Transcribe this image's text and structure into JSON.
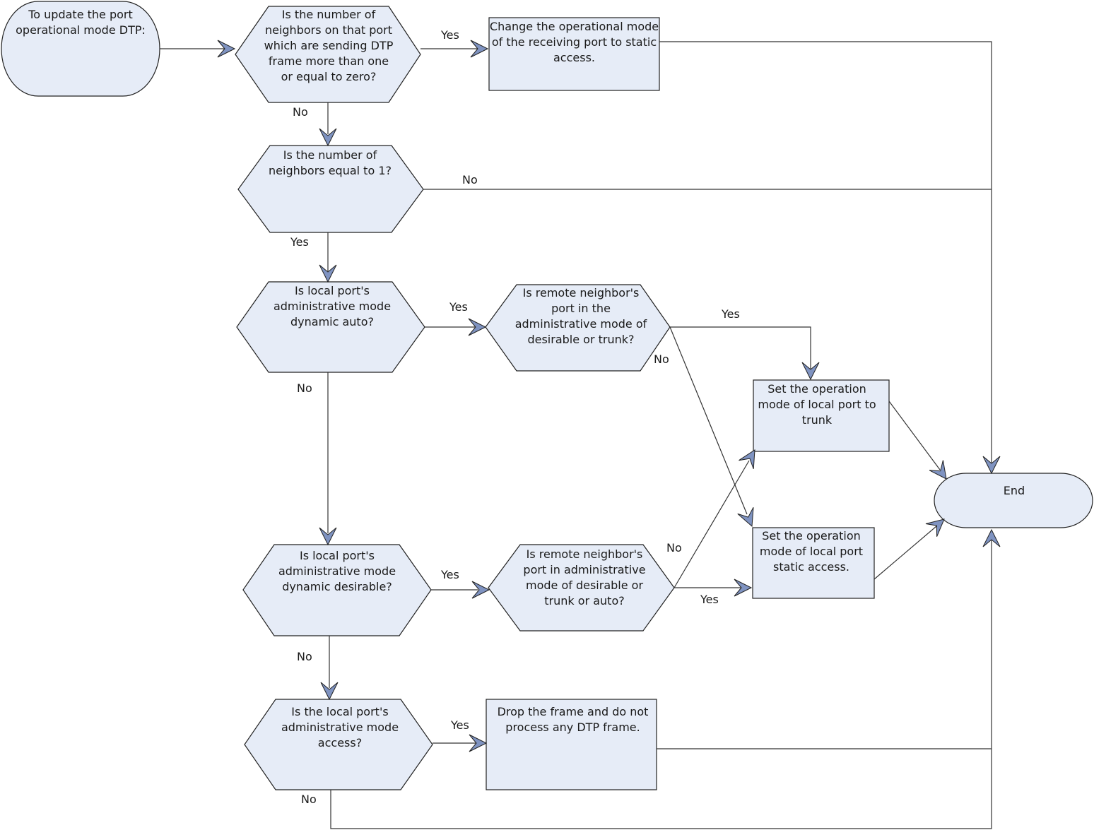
{
  "colors": {
    "fill": "#e6ecf7",
    "stroke": "#222222",
    "arrow_fill": "#7f93c1",
    "line": "#333333"
  },
  "nodes": {
    "start": "To update the port\noperational mode DTP:",
    "q_neighbors_count": "Is the number of\nneighbors on that port\nwhich are sending DTP\nframe more than one\nor equal to zero?",
    "act_static_access_receiving": "Change the operational mode\nof the receiving port to static\naccess.",
    "q_neighbors_one": "Is the number of\nneighbors equal to 1?",
    "q_local_auto": "Is local port's\nadministrative mode\ndynamic auto?",
    "q_remote_desirable_trunk": "Is remote neighbor's\nport in the\nadministrative mode of\ndesirable or trunk?",
    "act_set_trunk": "Set the operation\nmode of local port to\ntrunk",
    "end": "End",
    "act_set_static_access": "Set the operation\nmode of local port\nstatic access.",
    "q_local_desirable": "Is local port's\nadministrative mode\ndynamic desirable?",
    "q_remote_desirable_trunk_auto": "Is remote neighbor's\nport in administrative\nmode of desirable or\ntrunk or auto?",
    "q_local_access": "Is the local port's\nadministrative mode\naccess?",
    "act_drop_frame": "Drop the frame and do not\nprocess any DTP frame."
  },
  "edge_labels": {
    "q1_yes": "Yes",
    "q1_no": "No",
    "q2_no": "No",
    "q2_yes": "Yes",
    "q3_yes": "Yes",
    "q3_no": "No",
    "q4_yes": "Yes",
    "q4_no": "No",
    "q5_yes": "Yes",
    "q5_no": "No",
    "q6_no": "No",
    "q6_yes": "Yes",
    "q7_yes": "Yes",
    "q7_no": "No"
  }
}
